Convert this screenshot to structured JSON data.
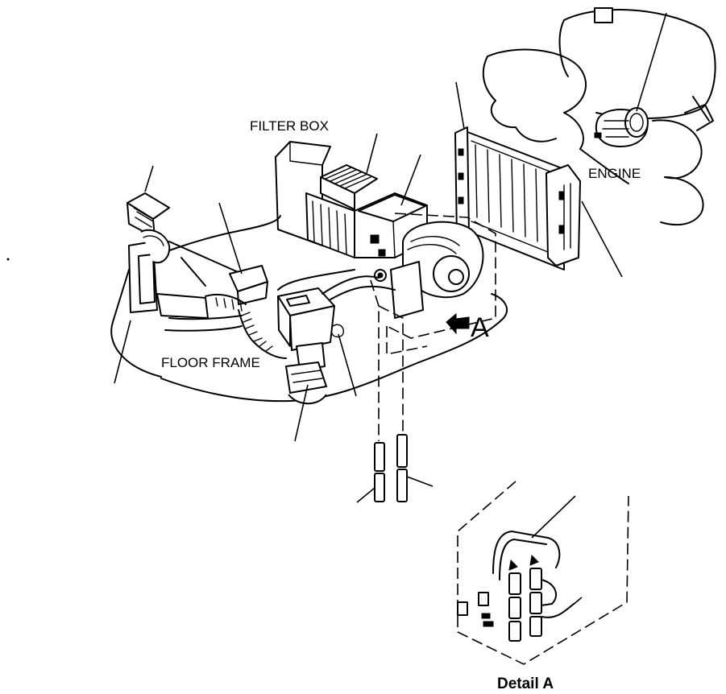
{
  "labels": {
    "filter_box": "FILTER BOX",
    "engine": "ENGINE",
    "floor_frame": "FLOOR FRAME",
    "view_arrow": "A",
    "detail": "Detail A"
  },
  "colors": {
    "line": "#000000",
    "background": "#ffffff"
  }
}
